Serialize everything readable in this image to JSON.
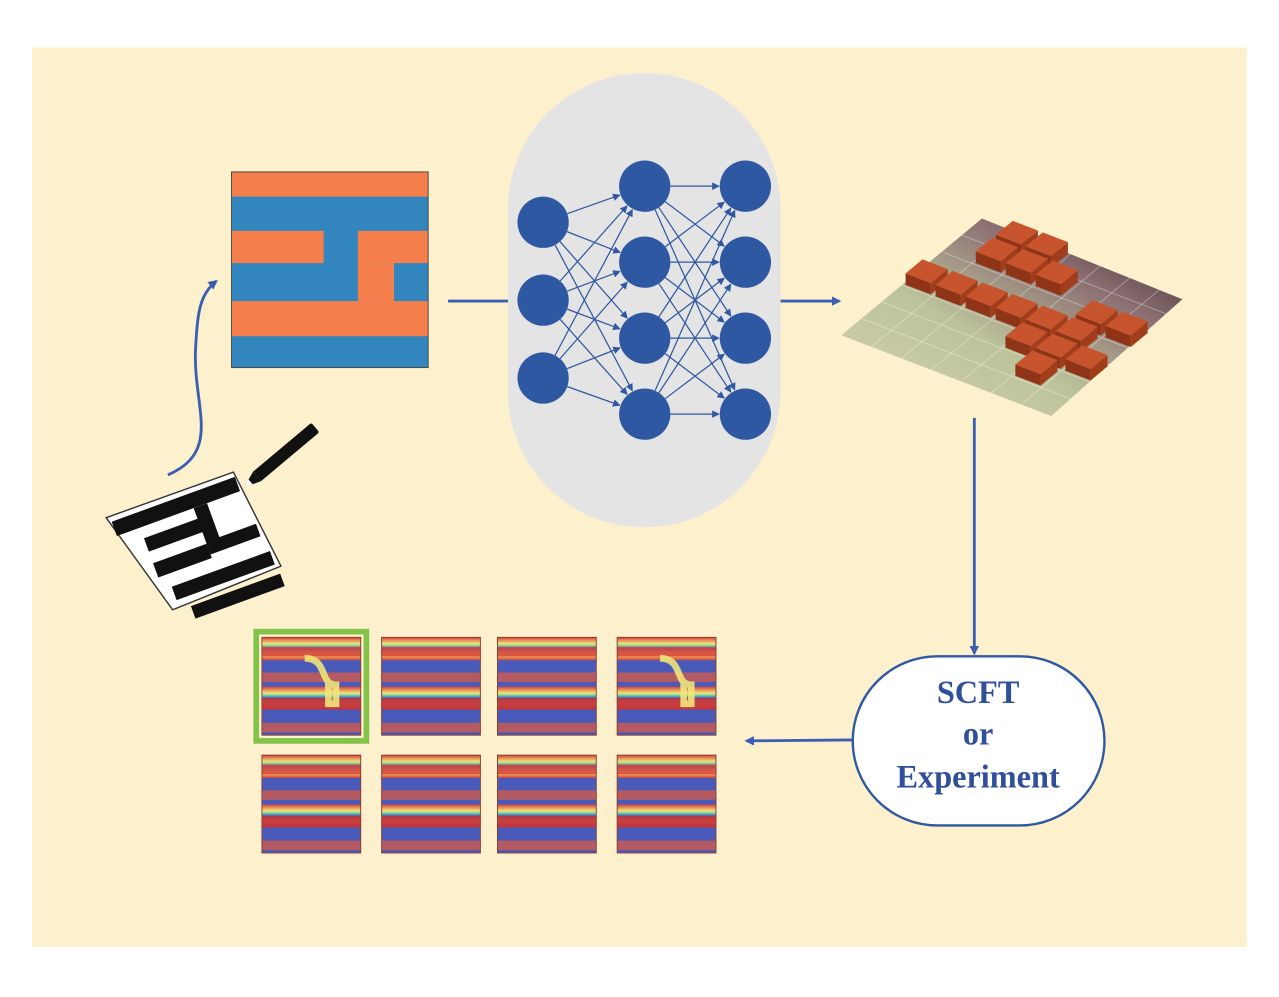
{
  "colors": {
    "background": "#fdf0cd",
    "arrow": "#3a5fb0",
    "node": "#2f58a2",
    "nn_panel": "#e4e4e4",
    "stripe_orange": "#f47f4c",
    "stripe_blue": "#3286bd",
    "tile": "#c7542d",
    "selected_border": "#84c34a",
    "label_text": "#2f4f9c"
  },
  "icons": {
    "pencil": "pencil-icon"
  },
  "neural_network": {
    "layers": [
      3,
      4,
      4
    ]
  },
  "output_box": {
    "line1": "SCFT",
    "line2": "or",
    "line3": "Experiment"
  },
  "results_grid": {
    "rows": 2,
    "cols": 4,
    "selected_index": 0,
    "defect_indices": [
      0,
      3
    ]
  }
}
